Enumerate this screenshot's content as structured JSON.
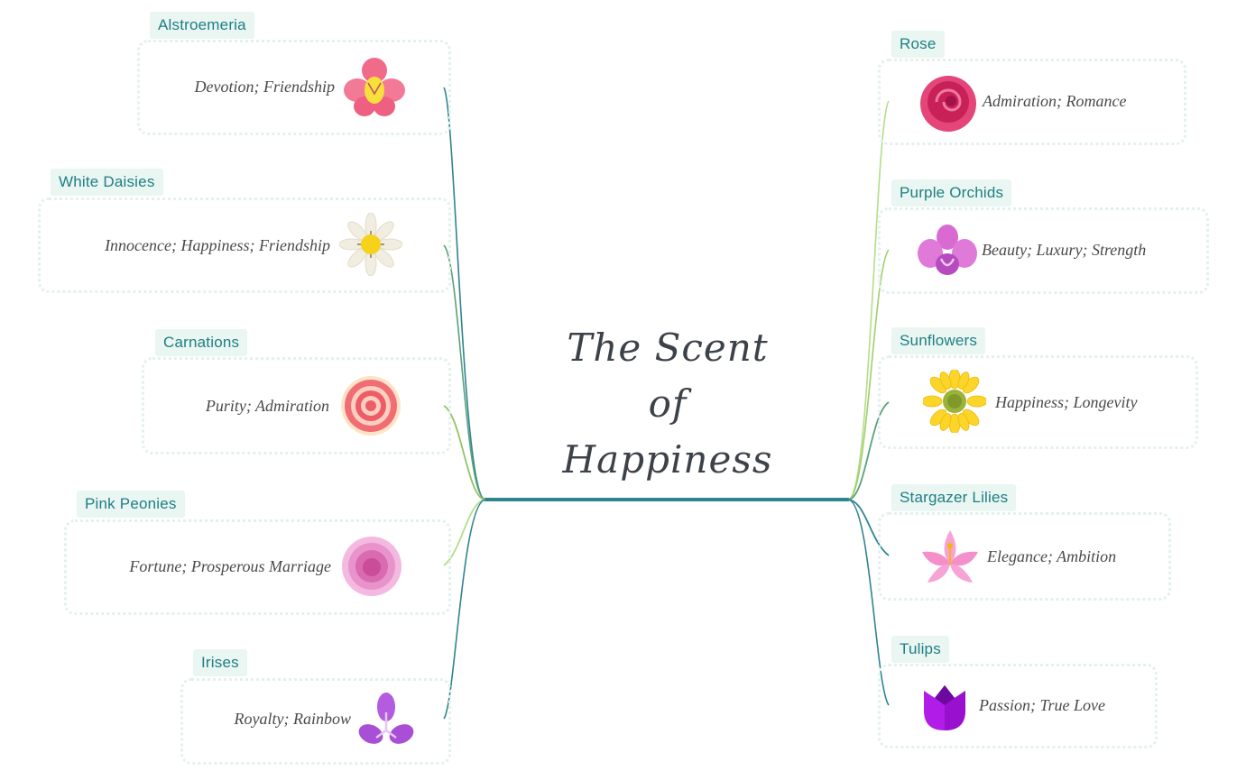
{
  "central": {
    "line1": "The Scent",
    "line2": "of",
    "line3": "Happiness"
  },
  "colors": {
    "teal": "#2e8590",
    "green": "#9fcf6a",
    "tag_bg": "#e9f6f1",
    "tag_text": "#1f7e86"
  },
  "left": [
    {
      "name": "Alstroemeria",
      "meaning": "Devotion; Friendship",
      "icon": "alstroemeria-icon"
    },
    {
      "name": "White Daisies",
      "meaning": "Innocence; Happiness; Friendship",
      "icon": "daisy-icon"
    },
    {
      "name": "Carnations",
      "meaning": "Purity; Admiration",
      "icon": "carnation-icon"
    },
    {
      "name": "Pink Peonies",
      "meaning": "Fortune; Prosperous Marriage",
      "icon": "peony-icon"
    },
    {
      "name": "Irises",
      "meaning": "Royalty; Rainbow",
      "icon": "iris-icon"
    }
  ],
  "right": [
    {
      "name": "Rose",
      "meaning": "Admiration; Romance",
      "icon": "rose-icon"
    },
    {
      "name": "Purple Orchids",
      "meaning": "Beauty; Luxury; Strength",
      "icon": "orchid-icon"
    },
    {
      "name": "Sunflowers",
      "meaning": "Happiness; Longevity",
      "icon": "sunflower-icon"
    },
    {
      "name": "Stargazer Lilies",
      "meaning": "Elegance; Ambition",
      "icon": "lily-icon"
    },
    {
      "name": "Tulips",
      "meaning": "Passion; True Love",
      "icon": "tulip-icon"
    }
  ]
}
